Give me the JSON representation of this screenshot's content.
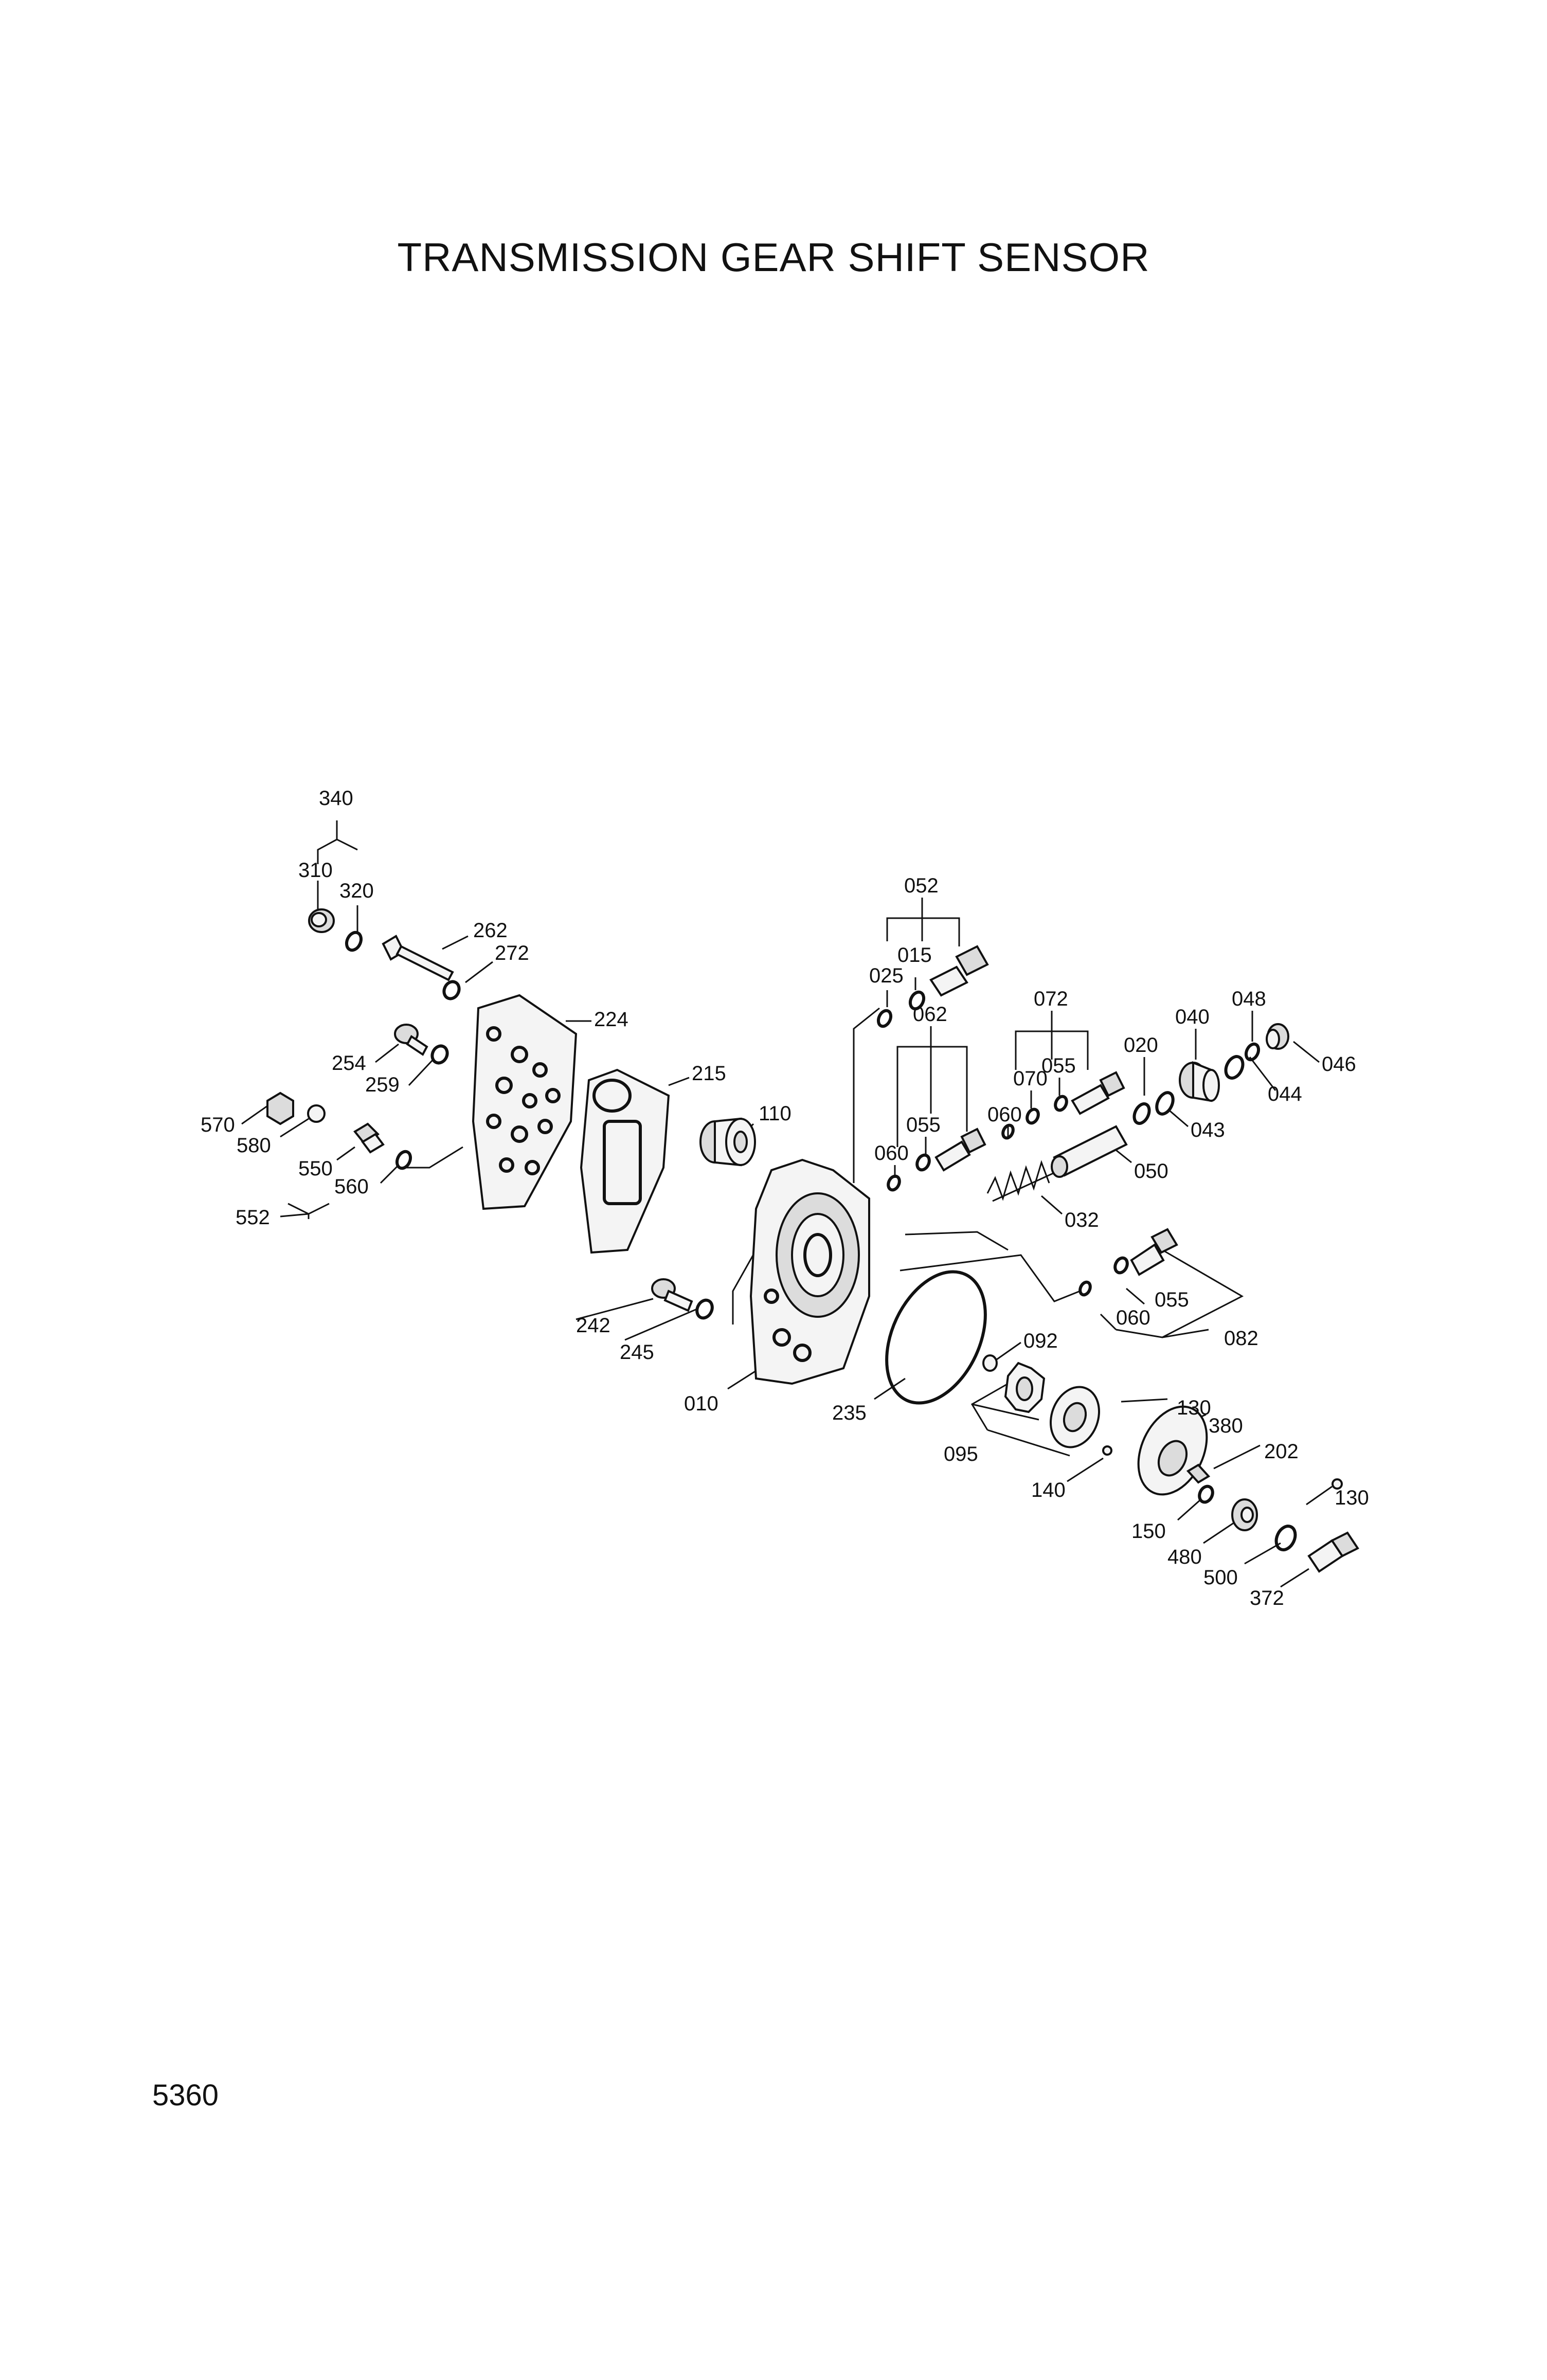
{
  "title": "TRANSMISSION GEAR SHIFT SENSOR",
  "page_number": "5360",
  "labels": {
    "p340": "340",
    "p310": "310",
    "p320": "320",
    "p052": "052",
    "p015": "015",
    "p025": "025",
    "p262": "262",
    "p272": "272",
    "p224": "224",
    "p072": "072",
    "p055a": "055",
    "p070": "070",
    "p060a": "060",
    "p040": "040",
    "p048": "048",
    "p020": "020",
    "p044": "044",
    "p046": "046",
    "p043": "043",
    "p062": "062",
    "p055b": "055",
    "p060b": "060",
    "p050": "050",
    "p254": "254",
    "p259": "259",
    "p215": "215",
    "p110": "110",
    "p570": "570",
    "p580": "580",
    "p550": "550",
    "p560": "560",
    "p552": "552",
    "p032": "032",
    "p055c": "055",
    "p060c": "060",
    "p082": "082",
    "p242": "242",
    "p245": "245",
    "p010": "010",
    "p235": "235",
    "p092": "092",
    "p095": "095",
    "p130a": "130",
    "p380": "380",
    "p140": "140",
    "p202": "202",
    "p150": "150",
    "p130b": "130",
    "p480": "480",
    "p500": "500",
    "p372": "372"
  }
}
